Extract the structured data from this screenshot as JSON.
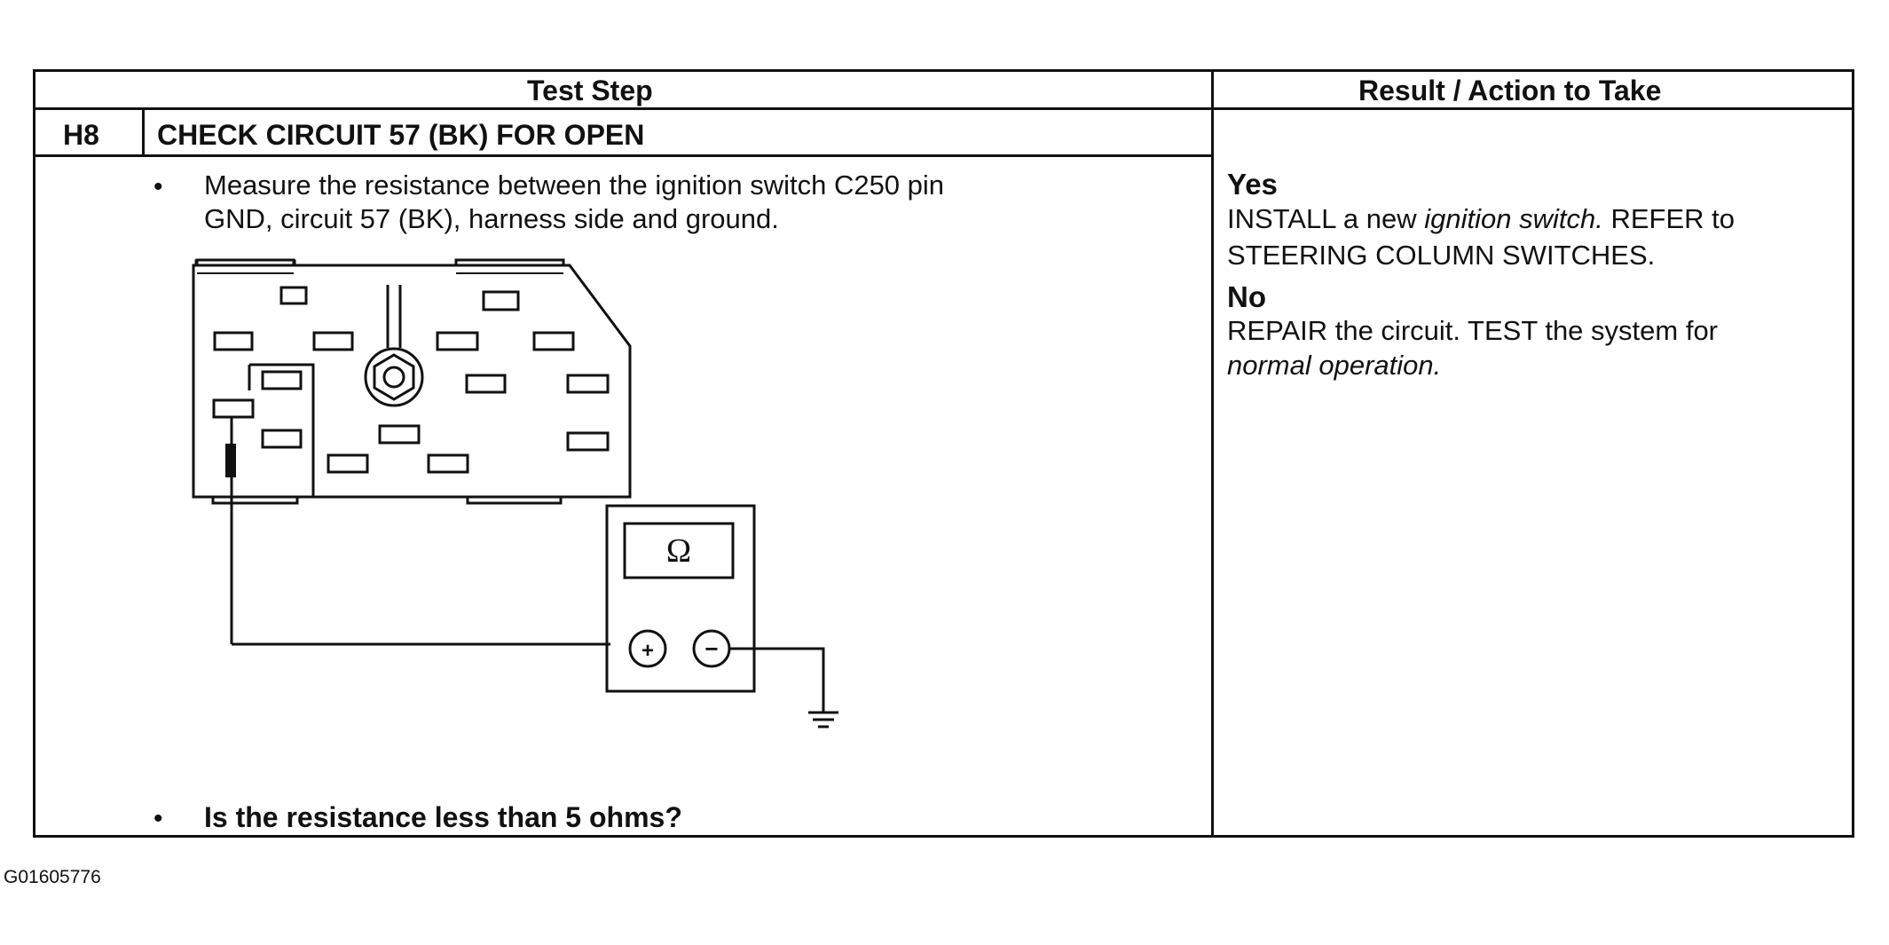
{
  "table": {
    "header_left": "Test Step",
    "header_right": "Result / Action to Take",
    "step_id": "H8",
    "step_title": "CHECK CIRCUIT 57 (BK) FOR OPEN",
    "instruction_line1": "Measure the resistance between the ignition switch C250 pin",
    "instruction_line2": "GND, circuit 57 (BK), harness side and ground.",
    "question": "Is the resistance less than 5 ohms?",
    "bullet": "•"
  },
  "results": {
    "yes_label": "Yes",
    "yes_line1_a": "INSTALL a new ",
    "yes_line1_b": "ignition switch.",
    "yes_line1_c": " REFER to",
    "yes_line2": "STEERING COLUMN SWITCHES.",
    "no_label": "No",
    "no_line1": "REPAIR the circuit. TEST the system for",
    "no_line2": "normal operation."
  },
  "diagram": {
    "meter_symbol": "Ω",
    "plus_symbol": "+",
    "minus_symbol": "−"
  },
  "footer": {
    "figure_id": "G01605776"
  }
}
